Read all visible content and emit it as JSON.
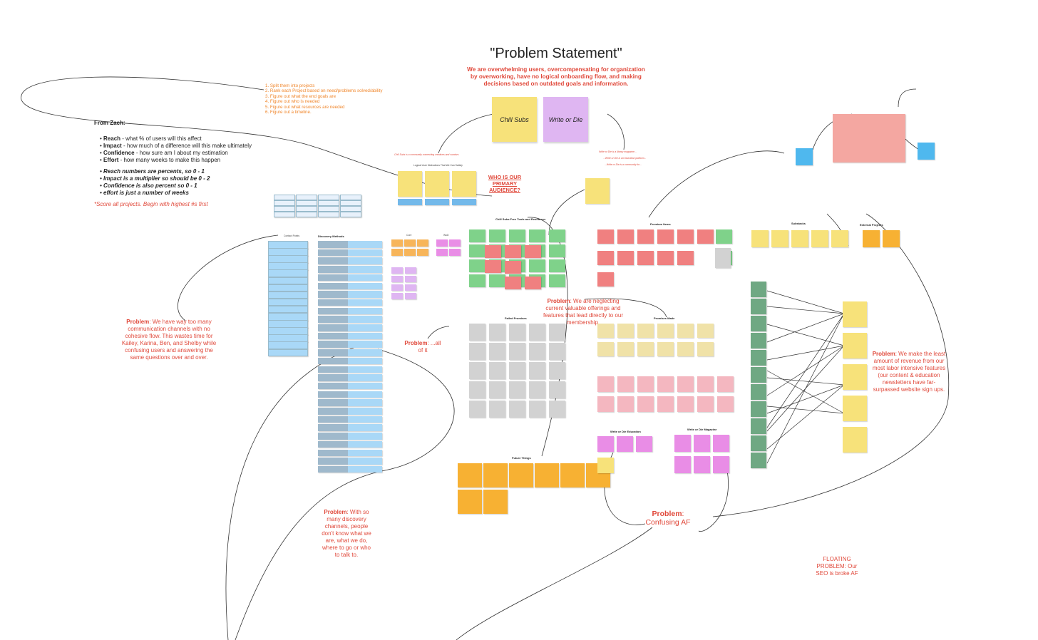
{
  "title": "\"Problem Statement\"",
  "statement": "We are overwhelming users, overcompensating for organization by overworking, have no logical onboarding flow, and making decisions based on outdated goals and information.",
  "brands": {
    "chill_subs": "Chill Subs",
    "write_or_die": "Write or Die"
  },
  "steps": [
    "1. Split them into projects",
    "2. Rank each Project based on need/problems solved/ability",
    "3. Figure out what the end goals are",
    "4. Figure out who is needed",
    "5. Figure out what resources are needed",
    "6. Figure out a timeline."
  ],
  "zach": {
    "title": "From Zach:",
    "items": [
      {
        "term": "Reach",
        "text": " - what % of users will this affect"
      },
      {
        "term": "Impact",
        "text": " - how much of a difference will this make ultimately"
      },
      {
        "term": "Confidence",
        "text": " - how sure am I about my estimation"
      },
      {
        "term": "Effort",
        "text": " - how many weeks to make this happen"
      }
    ],
    "rules": [
      "Reach numbers are percents, so 0 - 1",
      "Impact is a multiplier so should be 0 - 2",
      "Confidence is also percent so 0 - 1",
      "effort is just a number of weeks"
    ],
    "score_note": "*Score all projects. Begin with highest #s first"
  },
  "audience": {
    "heading": "WHO IS OUR PRIMARY AUDIENCE?",
    "header_small": "Logical User Motivations That We Can Satisfy"
  },
  "brand_notes": {
    "chill": "Chill Subs is a community connecting creatives and curators",
    "wod1": "Write or Die is a library magazine...",
    "wod2": "...Write or Die is an education platform...",
    "wod3": "...Write or Die is a community for..."
  },
  "section_labels": {
    "discovery": "Discovery Methods",
    "contact": "Contact Points",
    "free_tools": "Chill Subs Free Tools and Resources",
    "premium": "Premium Items",
    "failed": "Failed Promises",
    "promises_made": "Promises Made",
    "future": "Future Things",
    "wod_education": "Write or Die Education",
    "wod_magazine": "Write or Die Magazine",
    "substacks": "Substacks",
    "external": "External Projects",
    "core": "Core",
    "wod": "WoD"
  },
  "problems": {
    "channels_label": "Problem",
    "channels": ": We have way too many communication channels with no cohesive flow. This wastes time for Kailey, Karina, Ben, and Shelby while confusing users and answering the same questions over and over.",
    "discovery_label": "Problem",
    "discovery": ": With so many discovery channels, people don't know what we are, what we do, where to go or who to talk to.",
    "all_label": "Problem",
    "all": ": ...all of it",
    "neglect_label": "Problem",
    "neglect": ": We are neglecting current valuable offerings and features that lead directly to our membership.",
    "confusing_label": "Problem",
    "confusing": "Confusing AF",
    "revenue_label": "Problem",
    "revenue": ": We make the least amount of revenue from our most labor intensive features (our content & education newsletters have far-surpassed website sign ups.",
    "floating": "FLOATING PROBLEM: Our SEO is broke AF"
  },
  "colors": {
    "yellow": "#f7e27a",
    "purple": "#dfb6f2",
    "blue": "#a9d8f7",
    "steel": "#9fb9cc",
    "green": "#7fd28a",
    "red": "#f08080",
    "gray": "#d2d2d2",
    "beige": "#f0e2a8",
    "pink": "#f4b7c0",
    "magenta": "#e98de6",
    "orange": "#f7b133",
    "teal": "#6fa883",
    "salmon": "#f4a7a1",
    "accent_red": "#e0483a",
    "accent_orange": "#f0862b"
  }
}
